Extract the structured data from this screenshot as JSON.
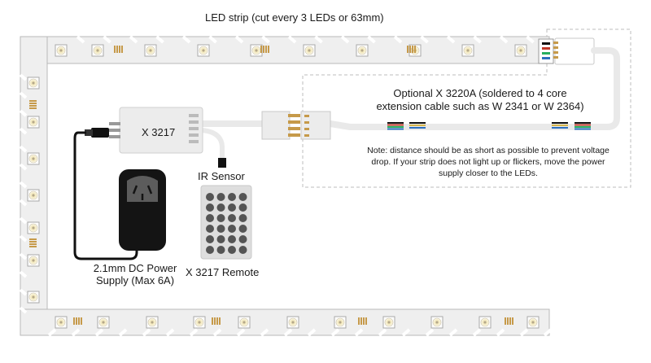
{
  "strip": {
    "title": "LED strip (cut every 3 LEDs or 63mm)"
  },
  "controller": {
    "label": "X 3217"
  },
  "ir_sensor": {
    "label": "IR Sensor"
  },
  "remote": {
    "label": "X 3217 Remote"
  },
  "power_supply": {
    "label_line1": "2.1mm DC  Power",
    "label_line2": "Supply (Max 6A)"
  },
  "extension": {
    "label_line1": "Optional X 3220A (soldered to 4 core",
    "label_line2": "extension cable such as W 2341 or W 2364)"
  },
  "note": {
    "line1": "Note: distance should be as short as possible to prevent voltage",
    "line2": "drop. If your strip does not light up or flickers, move the power",
    "line3": "supply closer to the LEDs."
  },
  "colors": {
    "strip_fill": "#efefef",
    "strip_outline": "#b9b9b9",
    "led_body": "#ffffff",
    "led_glow": "#f4ecc8",
    "led_core": "#b5a88a",
    "solder_pad": "#c69a4a",
    "cable": "#e9e9e9",
    "power_box": "#111111",
    "dashed_border": "#bdbdbd",
    "remote_body": "#dedede",
    "remote_button": "#555555"
  }
}
